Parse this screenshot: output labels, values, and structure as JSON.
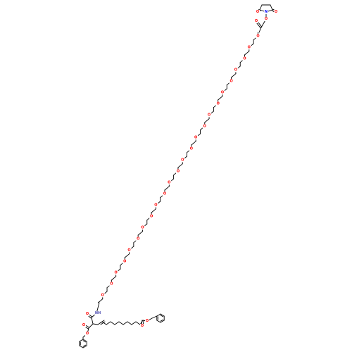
{
  "structure": {
    "peg_repeat_units": 24,
    "atoms": {
      "oxygen": {
        "symbol": "O",
        "color": "#ff0000"
      },
      "nitrogen": {
        "symbol": "N",
        "color": "#0000ff"
      },
      "amide_nh": {
        "symbol": "NH",
        "color": "#4a4ab0"
      }
    },
    "groups": [
      {
        "id": "succinimide-ring",
        "atoms": [
          "N",
          "O",
          "O"
        ]
      },
      {
        "id": "nhs-ester",
        "atoms": [
          "O",
          "O"
        ]
      },
      {
        "id": "peg-chain",
        "atoms": [
          "O"
        ]
      },
      {
        "id": "amide-linkage",
        "atoms": [
          "NH",
          "O"
        ]
      },
      {
        "id": "benzyl-ester-left",
        "atoms": [
          "O",
          "O"
        ]
      },
      {
        "id": "benzyl-ester-right",
        "atoms": [
          "O",
          "O"
        ]
      },
      {
        "id": "phenyl-ring-left",
        "atoms": []
      },
      {
        "id": "phenyl-ring-right",
        "atoms": []
      }
    ]
  }
}
